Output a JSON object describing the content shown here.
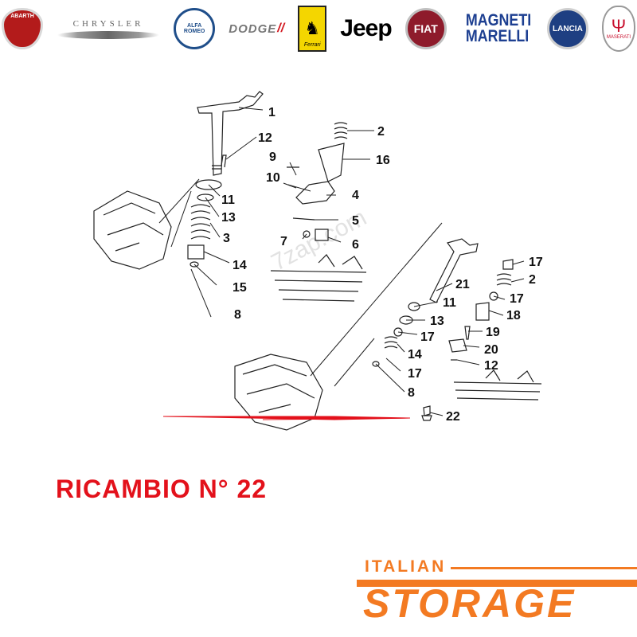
{
  "brands": [
    {
      "id": "abarth",
      "text": "ABARTH"
    },
    {
      "id": "chrysler",
      "text": "CHRYSLER"
    },
    {
      "id": "alfa-romeo",
      "text": "ALFA ROMEO"
    },
    {
      "id": "dodge",
      "text": "DODGE"
    },
    {
      "id": "ferrari",
      "text": "Ferrari"
    },
    {
      "id": "jeep",
      "text": "Jeep"
    },
    {
      "id": "fiat",
      "text": "FIAT"
    },
    {
      "id": "magneti-marelli",
      "text": "MAGNETI MARELLI"
    },
    {
      "id": "lancia",
      "text": "LANCIA"
    },
    {
      "id": "maserati",
      "text": "MASERATI"
    }
  ],
  "diagram": {
    "watermark": "7zap.com",
    "left_group_labels": [
      "1",
      "12",
      "2",
      "9",
      "16",
      "10",
      "4",
      "11",
      "13",
      "5",
      "7",
      "6",
      "3",
      "14",
      "15",
      "8"
    ],
    "right_group_labels": [
      "17",
      "2",
      "21",
      "17",
      "11",
      "18",
      "13",
      "17",
      "19",
      "14",
      "20",
      "12",
      "17",
      "8",
      "22"
    ],
    "highlighted_part": "22",
    "colors": {
      "highlight_arrow": "#e3111b",
      "line_art": "#222222"
    }
  },
  "caption": {
    "ricambio": "RICAMBIO N° 22"
  },
  "store": {
    "top_word": "ITALIAN",
    "main_word": "STORAGE",
    "color": "#f37a22"
  }
}
